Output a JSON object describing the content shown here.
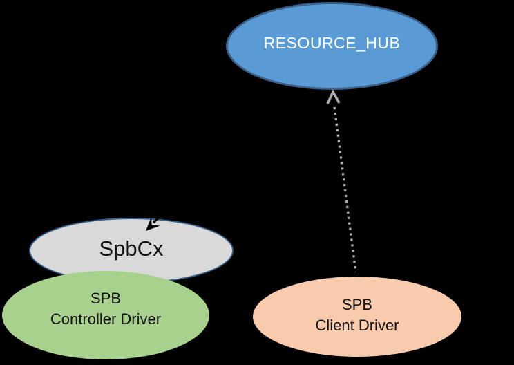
{
  "diagram": {
    "background": "#000000"
  },
  "nodes": {
    "resource_hub": {
      "label": "RESOURCE_HUB",
      "shape": "ellipse",
      "fill": "#5B9BD5",
      "border": "#38618C",
      "text_color": "#FFFFFF"
    },
    "spbcx": {
      "label": "SpbCx",
      "shape": "ellipse",
      "fill": "#D9D9D9",
      "border": "#35618C",
      "text_color": "#121212"
    },
    "spb_controller_driver": {
      "line1": "SPB",
      "line2": "Controller Driver",
      "shape": "ellipse",
      "fill": "#A9D18E",
      "text_color": "#121212"
    },
    "spb_client_driver": {
      "line1": "SPB",
      "line2": "Client Driver",
      "shape": "ellipse",
      "fill": "#F8CBAD",
      "text_color": "#121212"
    }
  },
  "connectors": {
    "client_to_hub": {
      "from": "spb_client_driver",
      "to": "resource_hub",
      "line_style": "dotted",
      "arrowhead": "open-chevron",
      "color": "#ACACAC"
    },
    "into_spbcx": {
      "to": "spbcx",
      "line_style": "solid",
      "arrowhead": "stealth",
      "color": "#000000"
    }
  }
}
